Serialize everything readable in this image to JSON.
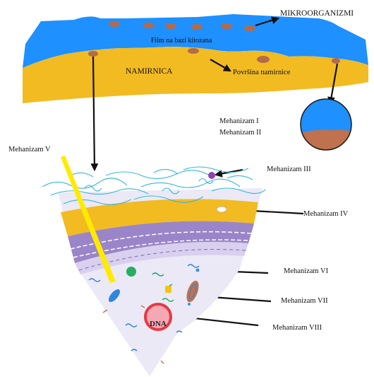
{
  "labels": {
    "microorganisms": "MIKROORGANIZMI",
    "film": "Film na bazi kitozana",
    "food": "NAMIRNICA",
    "food_surface": "Površina namirnice",
    "mechanism_1": "Mehanizam I",
    "mechanism_2": "Mehanizam II",
    "mechanism_3": "Mehanizam III",
    "mechanism_4": "Mehanizam  IV",
    "mechanism_5": "Mehanizam V",
    "mechanism_6": "Mehanizam VI",
    "mechanism_7": "Mehanizam VII",
    "mechanism_8": "Mehanizam VIII",
    "dna": "DNA"
  },
  "colors": {
    "film": "#1e90ff",
    "food": "#f2bb22",
    "microbe": "#b36b4a",
    "membrane": "#9b85c9",
    "cytoplasm": "#ebe9f6",
    "fibers": "#36b6d8",
    "laser": "#ffea00",
    "nucleus": "#e53945",
    "arrow": "#111111"
  }
}
